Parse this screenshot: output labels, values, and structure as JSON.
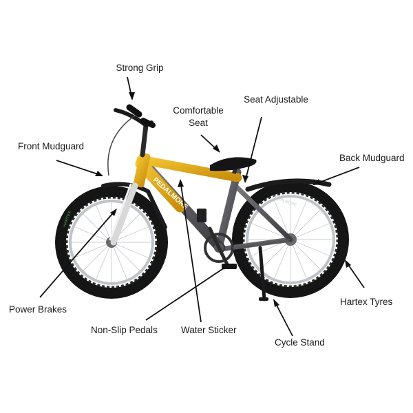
{
  "callouts": {
    "strong_grip": "Strong Grip",
    "seat_adjustable": "Seat Adjustable",
    "comfortable_seat_line1": "Comfortable",
    "comfortable_seat_line2": "Seat",
    "front_mudguard": "Front Mudguard",
    "back_mudguard": "Back Mudguard",
    "power_brakes": "Power Brakes",
    "non_slip_pedals": "Non-Slip Pedals",
    "water_sticker": "Water Sticker",
    "hartex_tyres": "Hartex Tyres",
    "cycle_stand": "Cycle Stand"
  },
  "bike": {
    "brand_text": "PEDALMORE",
    "frame_color": "#e8b31a",
    "frame_dark": "#4a4a4e",
    "tyre_color": "#151515",
    "rim_color": "#bfc3c8"
  }
}
